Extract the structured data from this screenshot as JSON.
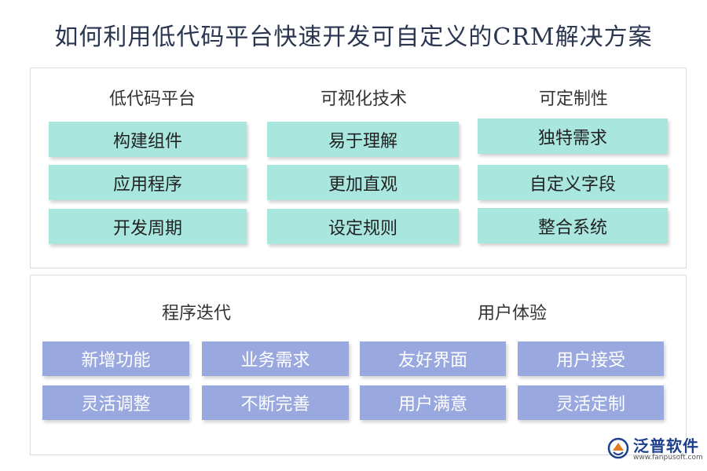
{
  "title": "如何利用低代码平台快速开发可自定义的CRM解决方案",
  "top_section": {
    "columns": [
      {
        "heading": "低代码平台",
        "items": [
          "构建组件",
          "应用程序",
          "开发周期"
        ]
      },
      {
        "heading": "可视化技术",
        "items": [
          "易于理解",
          "更加直观",
          "设定规则"
        ]
      },
      {
        "heading": "可定制性",
        "items": [
          "独特需求",
          "自定义字段",
          "整合系统"
        ]
      }
    ]
  },
  "bottom_section": {
    "groups": [
      {
        "heading": "程序迭代",
        "items": [
          "新增功能",
          "业务需求",
          "灵活调整",
          "不断完善"
        ]
      },
      {
        "heading": "用户体验",
        "items": [
          "友好界面",
          "用户接受",
          "用户满意",
          "灵活定制"
        ]
      }
    ]
  },
  "logo": {
    "name": "泛普软件",
    "url": "www.fanpusoft.com"
  },
  "colors": {
    "teal_box": "#a8e6de",
    "blue_box": "#9aa8e0",
    "title": "#2a3550"
  }
}
